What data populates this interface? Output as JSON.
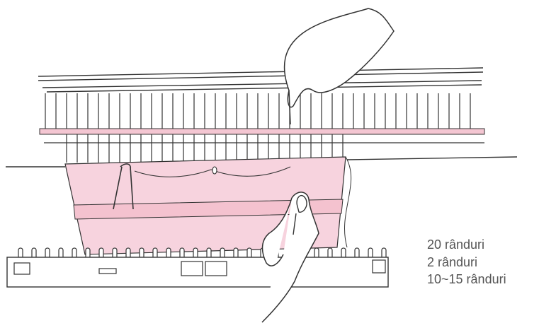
{
  "colors": {
    "fabric": "#f7d3de",
    "fabric_band": "#f4c2cf",
    "needle_bed_bar": "#f4c6d2",
    "line": "#333333",
    "label_text": "#555555"
  },
  "labels": {
    "rows_20": "20 rânduri",
    "rows_2": "2 rânduri",
    "rows_10_15": "10~15 rânduri"
  }
}
